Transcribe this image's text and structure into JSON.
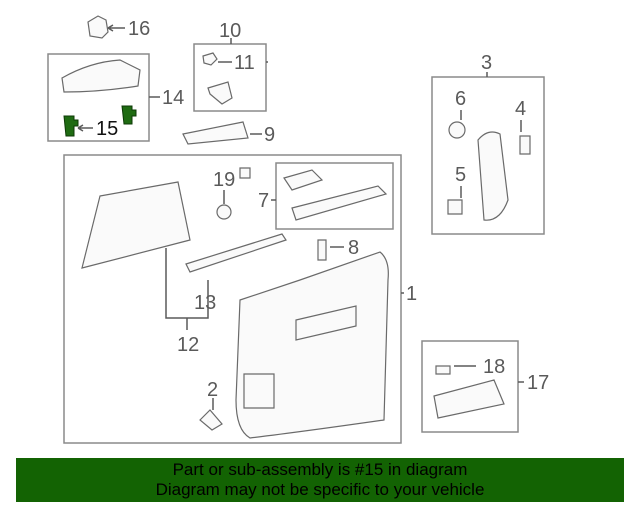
{
  "diagram": {
    "callouts": [
      "1",
      "2",
      "3",
      "4",
      "5",
      "6",
      "7",
      "8",
      "9",
      "10",
      "11",
      "12",
      "13",
      "14",
      "15",
      "16",
      "17",
      "18",
      "19"
    ],
    "highlighted_part": "15",
    "highlight_color": "#1f6b12"
  },
  "banner": {
    "line1": "Part or sub-assembly is #15 in diagram",
    "line2": "Diagram may not be specific to your vehicle",
    "background": "#136303"
  }
}
